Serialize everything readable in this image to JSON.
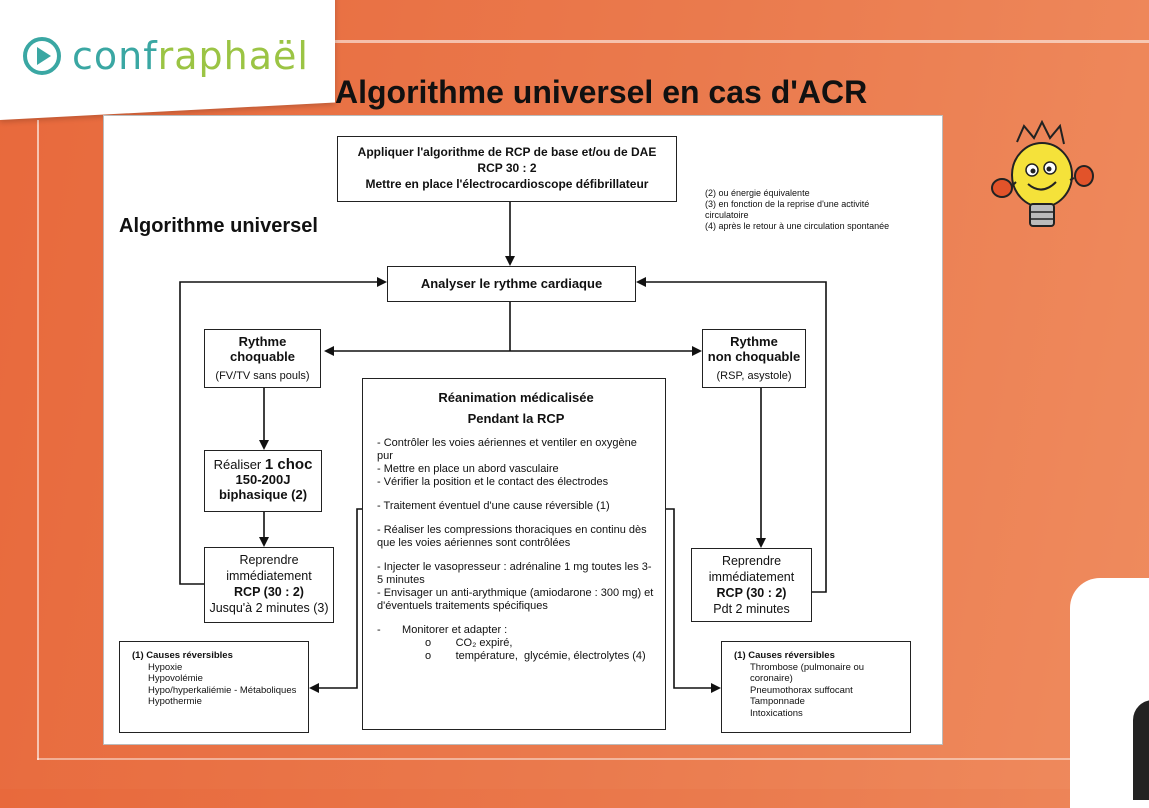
{
  "logo": {
    "part1": "conf",
    "part2": "raphaël"
  },
  "slide_title": "Algorithme universel en cas d'ACR",
  "algo_label": "Algorithme universel",
  "boxes": {
    "top": [
      "Appliquer l'algorithme de RCP de base et/ou de DAE",
      "RCP 30 : 2",
      "Mettre en place l'électrocardioscope défibrillateur"
    ],
    "analyse": "Analyser le rythme cardiaque",
    "choquable": [
      "Rythme",
      "choquable",
      "(FV/TV sans pouls)"
    ],
    "non_choquable": [
      "Rythme",
      "non choquable",
      "(RSP, asystole)"
    ],
    "choc": [
      "Réaliser",
      "1 choc",
      "150-200J",
      "biphasique  (2)"
    ],
    "reprendre_left": [
      "Reprendre",
      "immédiatement",
      "RCP (30 : 2)",
      "Jusqu'à 2 minutes (3)"
    ],
    "reprendre_right": [
      "Reprendre",
      "immédiatement",
      "RCP (30 : 2)",
      "Pdt 2 minutes"
    ]
  },
  "reanimation": {
    "title": "Réanimation médicalisée",
    "subtitle": "Pendant la RCP",
    "items": [
      "- Contrôler les voies aériennes et ventiler en oxygène pur",
      "- Mettre en place un abord vasculaire",
      "- Vérifier la position et le contact des électrodes",
      "- Traitement éventuel d'une cause réversible (1)",
      "- Réaliser les compressions thoraciques en continu dès que les voies aériennes sont contrôlées",
      "- Injecter le vasopresseur :  adrénaline 1 mg toutes les 3-5 minutes",
      "- Envisager un anti-arythmique (amiodarone : 300 mg) et d'éventuels traitements spécifiques",
      "-       Monitorer et adapter :"
    ],
    "sub_items": [
      "o        CO₂ expiré,",
      "o        température,  glycémie, électrolytes (4)"
    ]
  },
  "causes_left": {
    "title": "(1) Causes réversibles",
    "items": [
      "Hypoxie",
      "Hypovolémie",
      "Hypo/hyperkaliémie - Métaboliques",
      "Hypothermie"
    ]
  },
  "causes_right": {
    "title": "(1) Causes réversibles",
    "items": [
      "Thrombose (pulmonaire ou coronaire)",
      "Pneumothorax suffocant",
      "Tamponnade",
      "Intoxications"
    ]
  },
  "notes": [
    "(2) ou énergie équivalente",
    "(3) en fonction de la reprise d'une activité circulatoire",
    "(4) après  le retour à une circulation spontanée"
  ],
  "colors": {
    "background": "#e8693c",
    "logo_teal": "#3aa7a3",
    "logo_green": "#9bc444",
    "mascot_yellow": "#f5e23a"
  }
}
